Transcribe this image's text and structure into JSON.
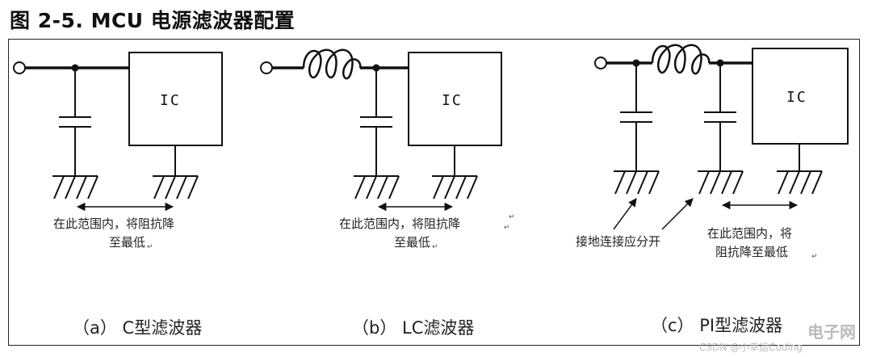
{
  "figure": {
    "title": "图 2-5. MCU 电源滤波器配置"
  },
  "panels": [
    {
      "ic_label": "IC",
      "note_line1": "在此范围内，将阻抗降",
      "note_line2": "至最低",
      "caption": "（a） C型滤波器"
    },
    {
      "ic_label": "IC",
      "note_line1": "在此范围内，将阻抗降",
      "note_line2": "至最低",
      "caption": "（b） LC滤波器"
    },
    {
      "ic_label": "IC",
      "left_note": "接地连接应分开",
      "note_line1": "在此范围内，将",
      "note_line2": "阻抗降至最低",
      "caption": "（c） PI型滤波器"
    }
  ],
  "marks": {
    "return_mark": "↵"
  },
  "watermark": {
    "brand": "电子网",
    "text": "CSDN @小幸运Coding"
  }
}
